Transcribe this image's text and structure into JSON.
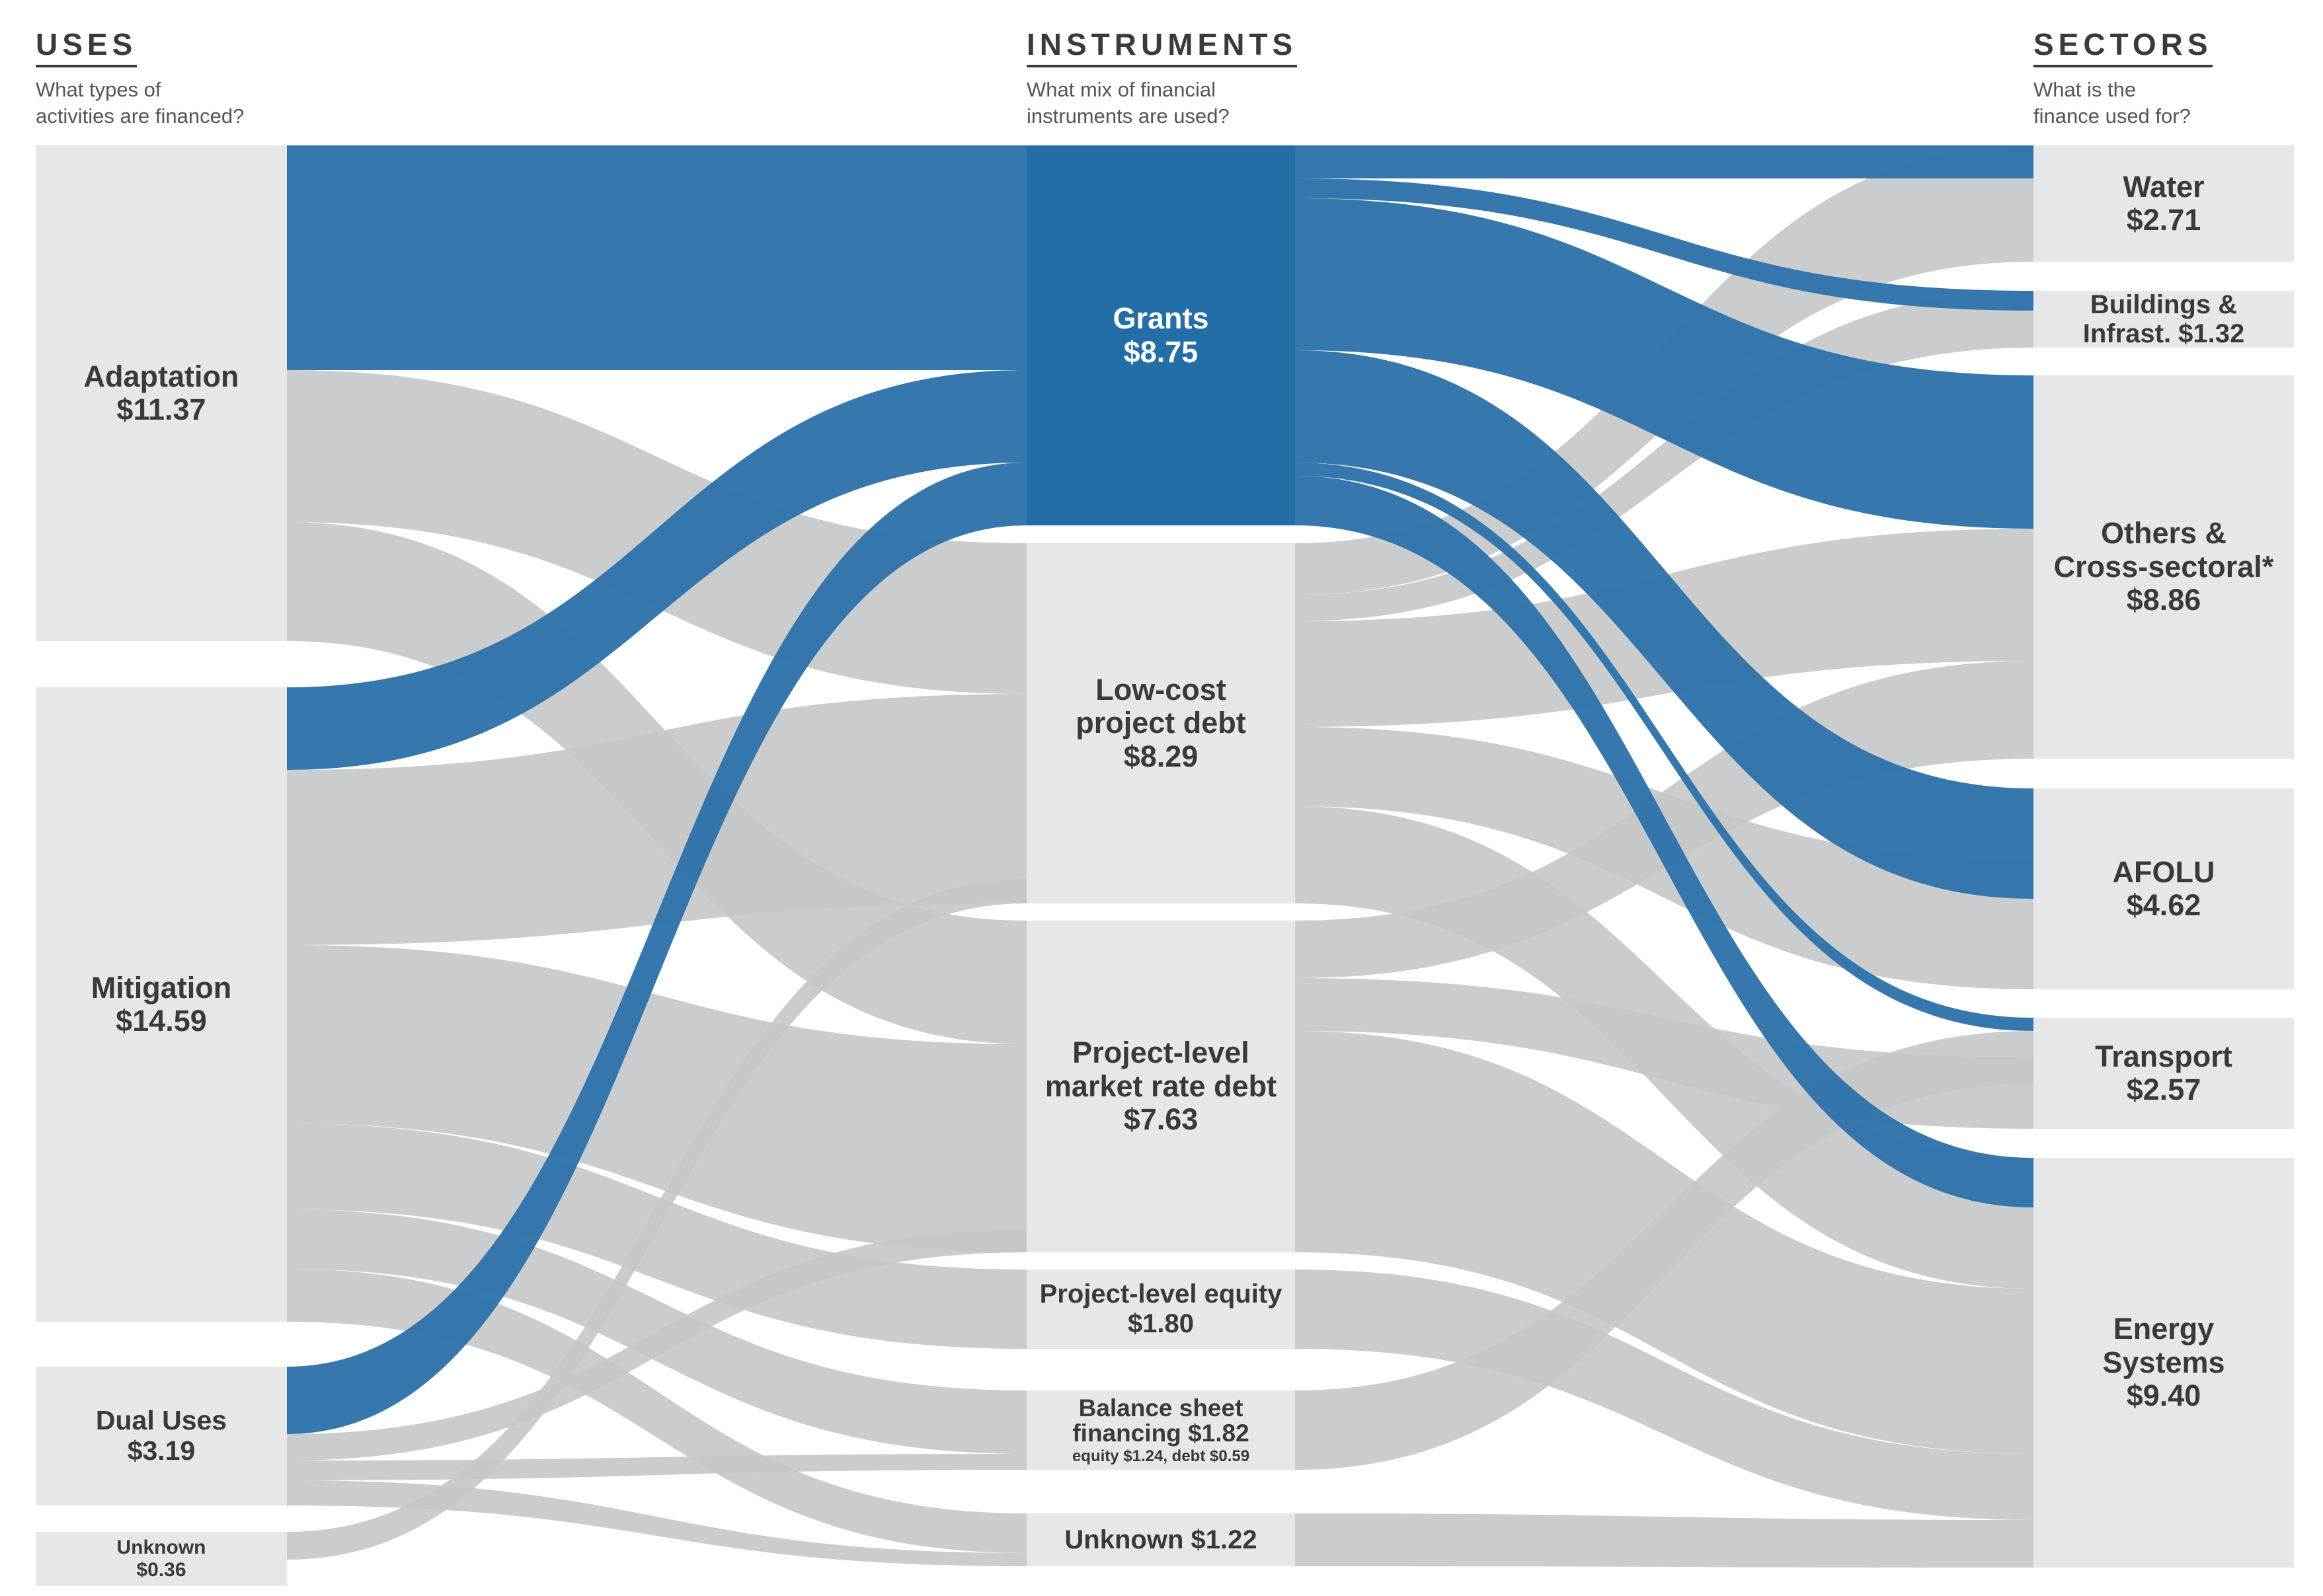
{
  "columns": {
    "uses": {
      "title": "USES",
      "subtitle_1": "What types of",
      "subtitle_2": "activities are financed?"
    },
    "instruments": {
      "title": "INSTRUMENTS",
      "subtitle_1": "What mix of financial",
      "subtitle_2": "instruments are used?"
    },
    "sectors": {
      "title": "SECTORS",
      "subtitle_1": "What is the",
      "subtitle_2": "finance used for?"
    }
  },
  "colors": {
    "highlight": "#2f74aa",
    "highlight_node": "#236ea6",
    "flow": "#c5c6c8",
    "node": "#e6e7e8",
    "text": "#3a3a3a"
  },
  "uses": [
    {
      "id": "adaptation",
      "name": "Adaptation",
      "value_label": "$11.37",
      "value": 11.37
    },
    {
      "id": "mitigation",
      "name": "Mitigation",
      "value_label": "$14.59",
      "value": 14.59
    },
    {
      "id": "dual",
      "name": "Dual Uses",
      "value_label": "$3.19",
      "value": 3.19
    },
    {
      "id": "unknown_use",
      "name": "Unknown",
      "value_label": "$0.36",
      "value": 0.36
    }
  ],
  "instruments": [
    {
      "id": "grants",
      "line_1": "Grants",
      "line_2": "$8.75",
      "value": 8.75
    },
    {
      "id": "lowcost",
      "line_1": "Low-cost",
      "line_2": "project debt",
      "line_3": "$8.29",
      "value": 8.29
    },
    {
      "id": "market",
      "line_1": "Project-level",
      "line_2": "market rate debt",
      "line_3": "$7.63",
      "value": 7.63
    },
    {
      "id": "equity",
      "line_1": "Project-level equity",
      "line_2": "$1.80",
      "value": 1.8
    },
    {
      "id": "balance",
      "line_1": "Balance sheet",
      "line_2": "financing $1.82",
      "note": "equity $1.24, debt $0.59",
      "value": 1.82
    },
    {
      "id": "unknown_inst",
      "line_1": "Unknown $1.22",
      "value": 1.22
    }
  ],
  "sectors": [
    {
      "id": "water",
      "line_1": "Water",
      "line_2": "$2.71",
      "value": 2.71
    },
    {
      "id": "buildings",
      "line_1": "Buildings &",
      "line_2": "Infrast. $1.32",
      "value": 1.32
    },
    {
      "id": "others",
      "line_1": "Others &",
      "line_2": "Cross-sectoral*",
      "line_3": "$8.86",
      "value": 8.86
    },
    {
      "id": "afolu",
      "line_1": "AFOLU",
      "line_2": "$4.62",
      "value": 4.62
    },
    {
      "id": "transport",
      "line_1": "Transport",
      "line_2": "$2.57",
      "value": 2.57
    },
    {
      "id": "energy",
      "line_1": "Energy",
      "line_2": "Systems",
      "line_3": "$9.40",
      "value": 9.4
    }
  ]
}
